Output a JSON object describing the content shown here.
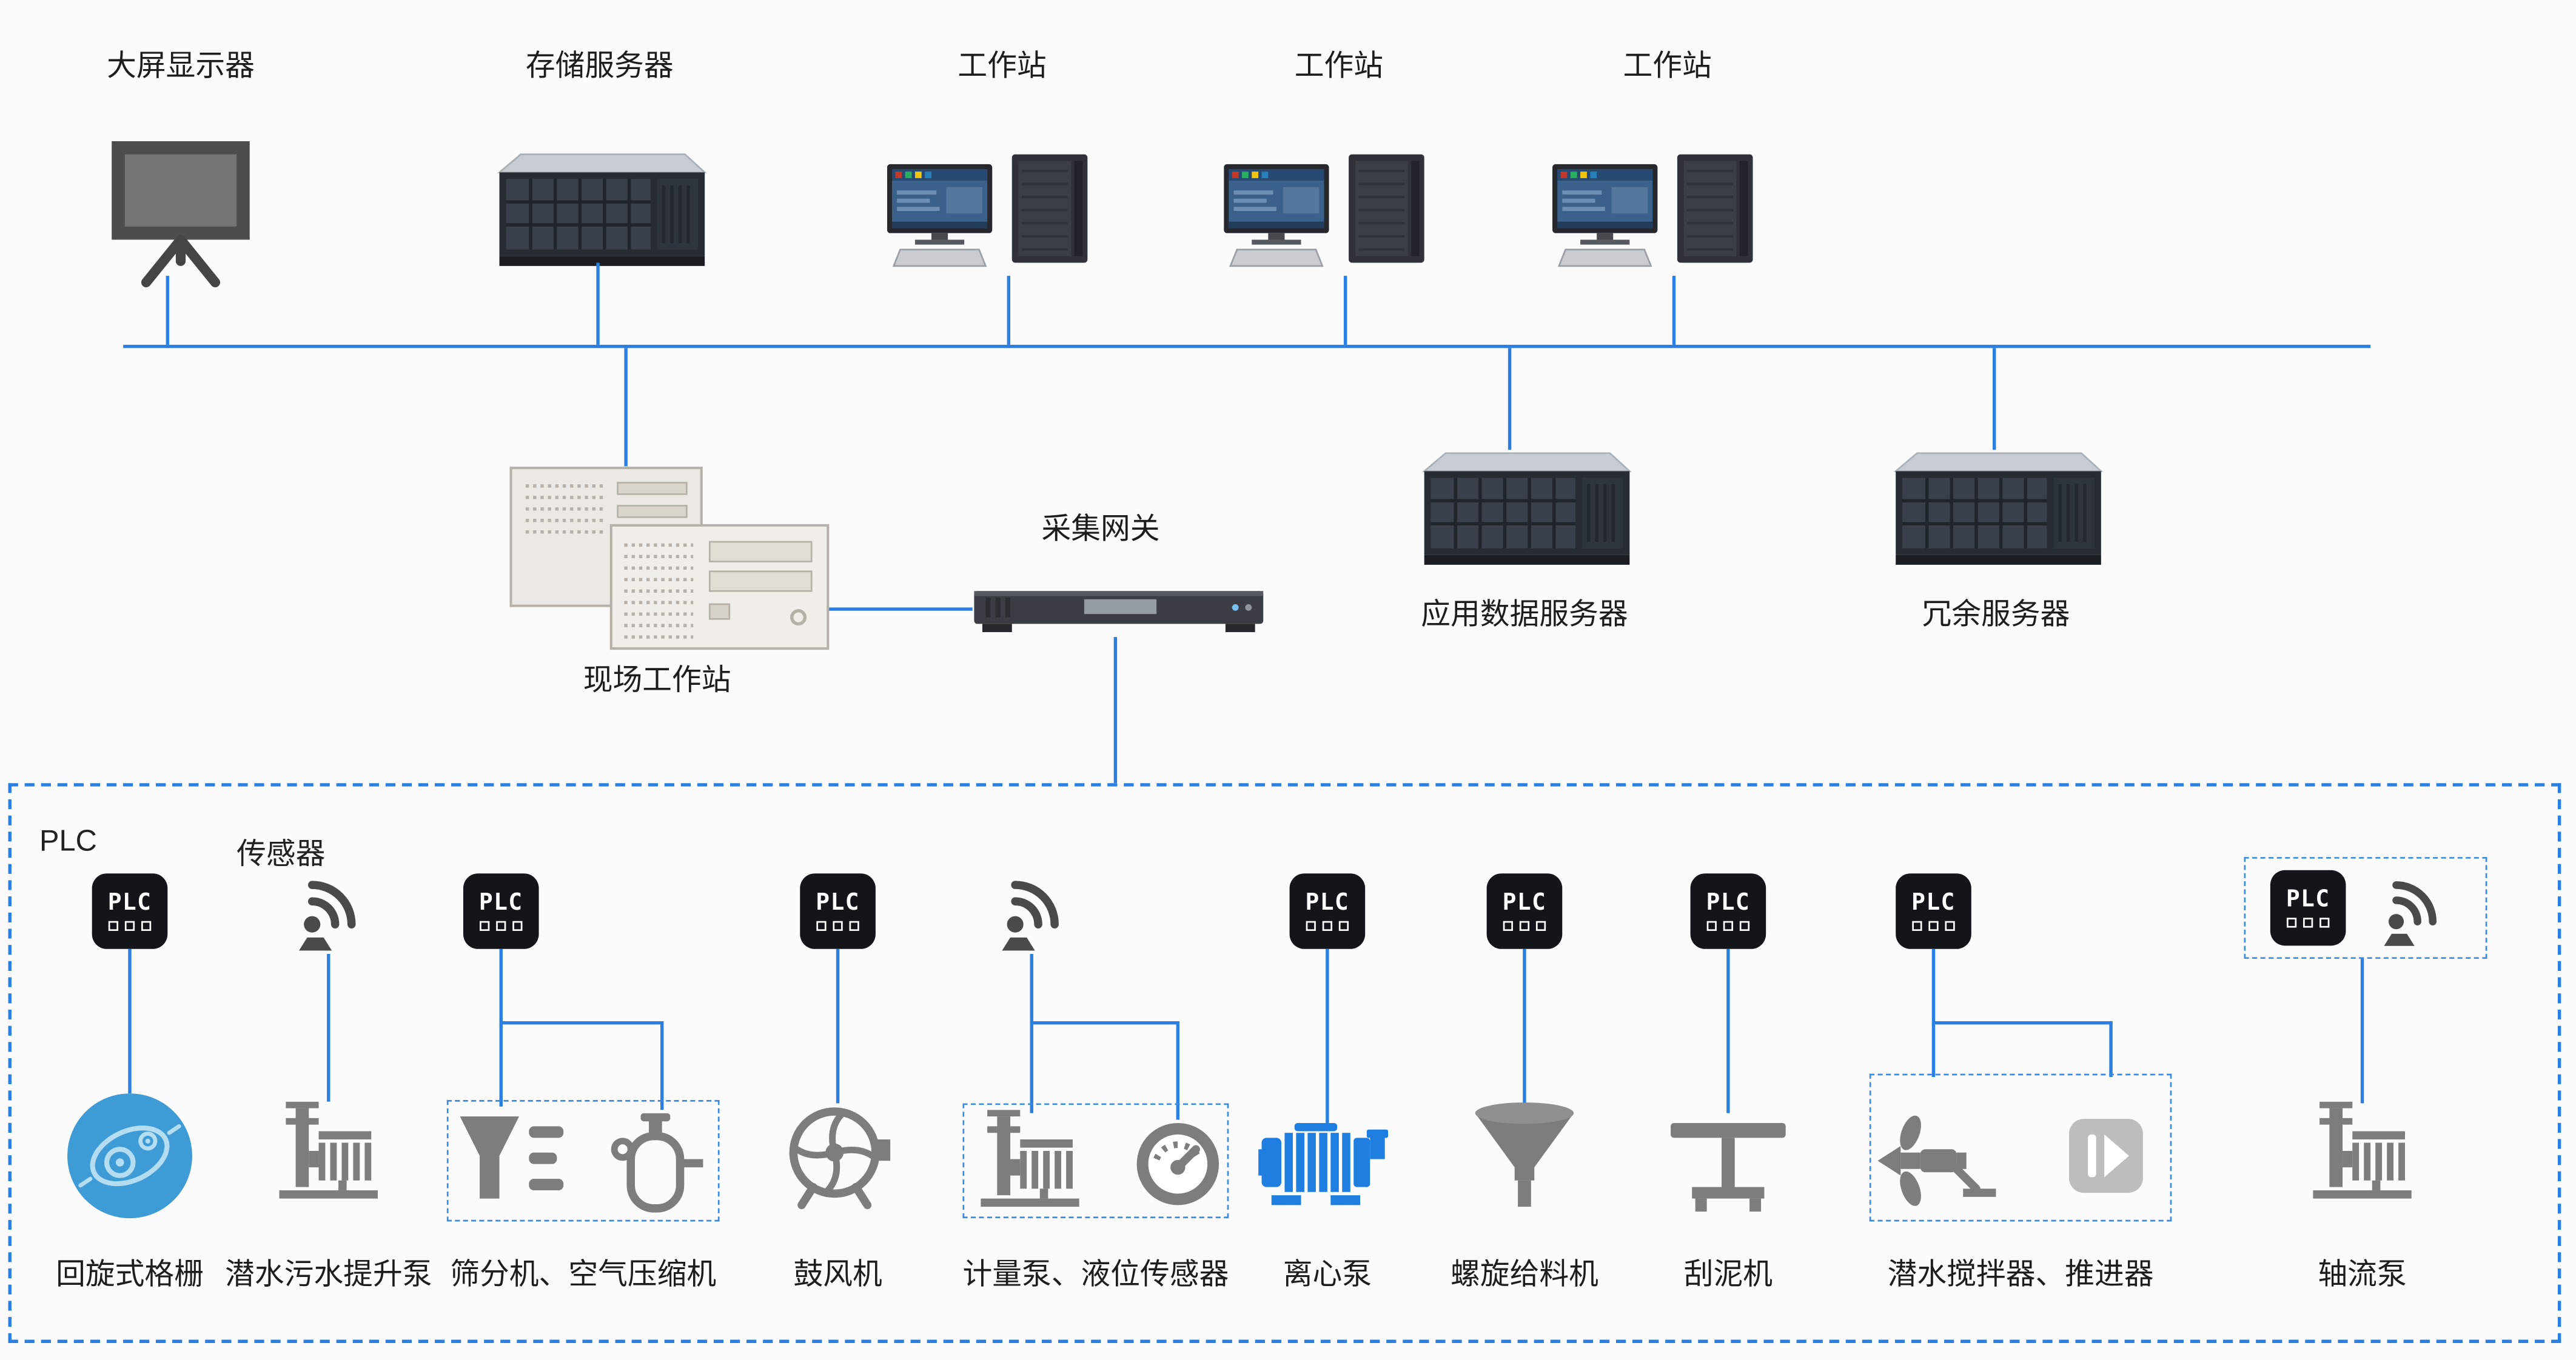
{
  "colors": {
    "line_blue": "#2b7fe0",
    "dashed_zone_blue": "#2b7fe0",
    "equipment_gray": "#7d7d7d",
    "pump_blue": "#1f7fe0",
    "rotary_screen_blue": "#3f9bd6",
    "plc_black": "#141518",
    "background": "#fbfbfb"
  },
  "top_row": {
    "devices": [
      {
        "name": "large-display",
        "label": "大屏显示器"
      },
      {
        "name": "storage-server",
        "label": "存储服务器"
      },
      {
        "name": "workstation-1",
        "label": "工作站"
      },
      {
        "name": "workstation-2",
        "label": "工作站"
      },
      {
        "name": "workstation-3",
        "label": "工作站"
      }
    ]
  },
  "middle_row": {
    "field_workstation": {
      "label": "现场工作站"
    },
    "gateway": {
      "label": "采集网关"
    },
    "app_data_server": {
      "label": "应用数据服务器"
    },
    "redundant_server": {
      "label": "冗余服务器"
    }
  },
  "field_zone": {
    "plc_heading": "PLC",
    "sensor_heading": "传感器",
    "plc_icon_text": "PLC",
    "equipment": [
      {
        "label": "回旋式格栅",
        "controller": "plc"
      },
      {
        "label": "潜水污水提升泵",
        "controller": "sensor"
      },
      {
        "label": "筛分机、空气压缩机",
        "controller": "plc",
        "grouped": true
      },
      {
        "label": "鼓风机",
        "controller": "plc"
      },
      {
        "label": "计量泵、液位传感器",
        "controller": "sensor",
        "grouped": true
      },
      {
        "label": "离心泵",
        "controller": "plc"
      },
      {
        "label": "螺旋给料机",
        "controller": "plc"
      },
      {
        "label": "刮泥机",
        "controller": "plc"
      },
      {
        "label": "潜水搅拌器、推进器",
        "controller": "plc",
        "grouped": true
      },
      {
        "label": "轴流泵",
        "controller": "plc-and-sensor",
        "grouped": true
      }
    ]
  }
}
